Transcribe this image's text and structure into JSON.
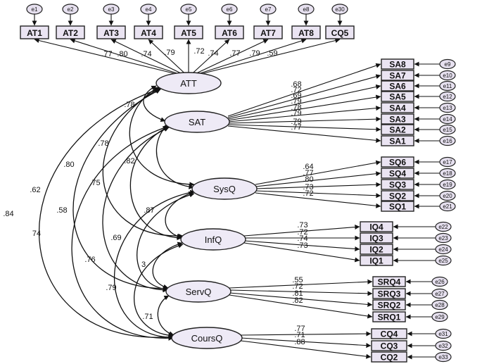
{
  "latents": {
    "ATT": "ATT",
    "SAT": "SAT",
    "SysQ": "SysQ",
    "InfQ": "InfQ",
    "ServQ": "ServQ",
    "CoursQ": "CoursQ"
  },
  "att_items": [
    {
      "name": "AT1",
      "err": "e1",
      "loading": ".77"
    },
    {
      "name": "AT2",
      "err": "e2",
      "loading": ".80"
    },
    {
      "name": "AT3",
      "err": "e3",
      "loading": ".74"
    },
    {
      "name": "AT4",
      "err": "e4",
      "loading": ".79"
    },
    {
      "name": "AT5",
      "err": "e5",
      "loading": ".72"
    },
    {
      "name": "AT6",
      "err": "e6",
      "loading": ".74"
    },
    {
      "name": "AT7",
      "err": "e7",
      "loading": ".77"
    },
    {
      "name": "AT8",
      "err": "e8",
      "loading": ".79"
    },
    {
      "name": "CQ5",
      "err": "e30",
      "loading": ".59"
    }
  ],
  "sat_items": [
    {
      "name": "SA8",
      "err": "e9",
      "loading": ".68"
    },
    {
      "name": "SA7",
      "err": "e10",
      "loading": ".72"
    },
    {
      "name": "SA6",
      "err": "e11",
      "loading": ".69"
    },
    {
      "name": "SA5",
      "err": "e12",
      "loading": ".79"
    },
    {
      "name": "SA4",
      "err": "e13",
      "loading": ".78"
    },
    {
      "name": "SA3",
      "err": "e14",
      "loading": ".79"
    },
    {
      "name": "SA2",
      "err": "e15",
      "loading": ".79"
    },
    {
      "name": "SA1",
      "err": "e16",
      "loading": ".77"
    }
  ],
  "sysq_items": [
    {
      "name": "SQ6",
      "err": "e17",
      "loading": ".64"
    },
    {
      "name": "SQ4",
      "err": "e18",
      "loading": ".77"
    },
    {
      "name": "SQ3",
      "err": "e19",
      "loading": ".80"
    },
    {
      "name": "SQ2",
      "err": "e20",
      "loading": ".73"
    },
    {
      "name": "SQ1",
      "err": "e21",
      "loading": ".72"
    }
  ],
  "infq_items": [
    {
      "name": "IQ4",
      "err": "e22",
      "loading": ".73"
    },
    {
      "name": "IQ3",
      "err": "e23",
      "loading": ".72"
    },
    {
      "name": "IQ2",
      "err": "e24",
      "loading": ".74"
    },
    {
      "name": "IQ1",
      "err": "e25",
      "loading": ".73"
    }
  ],
  "servq_items": [
    {
      "name": "SRQ4",
      "err": "e26",
      "loading": ".55"
    },
    {
      "name": "SRQ3",
      "err": "e27",
      "loading": ".72"
    },
    {
      "name": "SRQ2",
      "err": "e28",
      "loading": ".81"
    },
    {
      "name": "SRQ1",
      "err": "e29",
      "loading": ".82"
    }
  ],
  "coursq_items": [
    {
      "name": "CQ4",
      "err": "e31",
      "loading": ".77"
    },
    {
      "name": "CQ3",
      "err": "e32",
      "loading": ".71"
    },
    {
      "name": "CQ2",
      "err": "e33",
      "loading": ".88"
    }
  ],
  "correlations": [
    {
      "id": "att-sat",
      "value": ".78"
    },
    {
      "id": "att-sysq",
      "value": ".78"
    },
    {
      "id": "att-infq",
      "value": ".80"
    },
    {
      "id": "att-servq",
      "value": ".62"
    },
    {
      "id": "att-coursq",
      "value": ".84"
    },
    {
      "id": "sat-sysq",
      "value": ".82"
    },
    {
      "id": "sat-infq",
      "value": ".75"
    },
    {
      "id": "sat-servq",
      "value": ".58"
    },
    {
      "id": "sat-coursq",
      "value": "74"
    },
    {
      "id": "sysq-infq",
      "value": ".87"
    },
    {
      "id": "sysq-servq",
      "value": ".69"
    },
    {
      "id": "sysq-coursq",
      "value": ".76"
    },
    {
      "id": "infq-servq",
      "value": "3"
    },
    {
      "id": "infq-coursq",
      "value": ".79"
    },
    {
      "id": "servq-coursq",
      "value": ".71"
    }
  ]
}
